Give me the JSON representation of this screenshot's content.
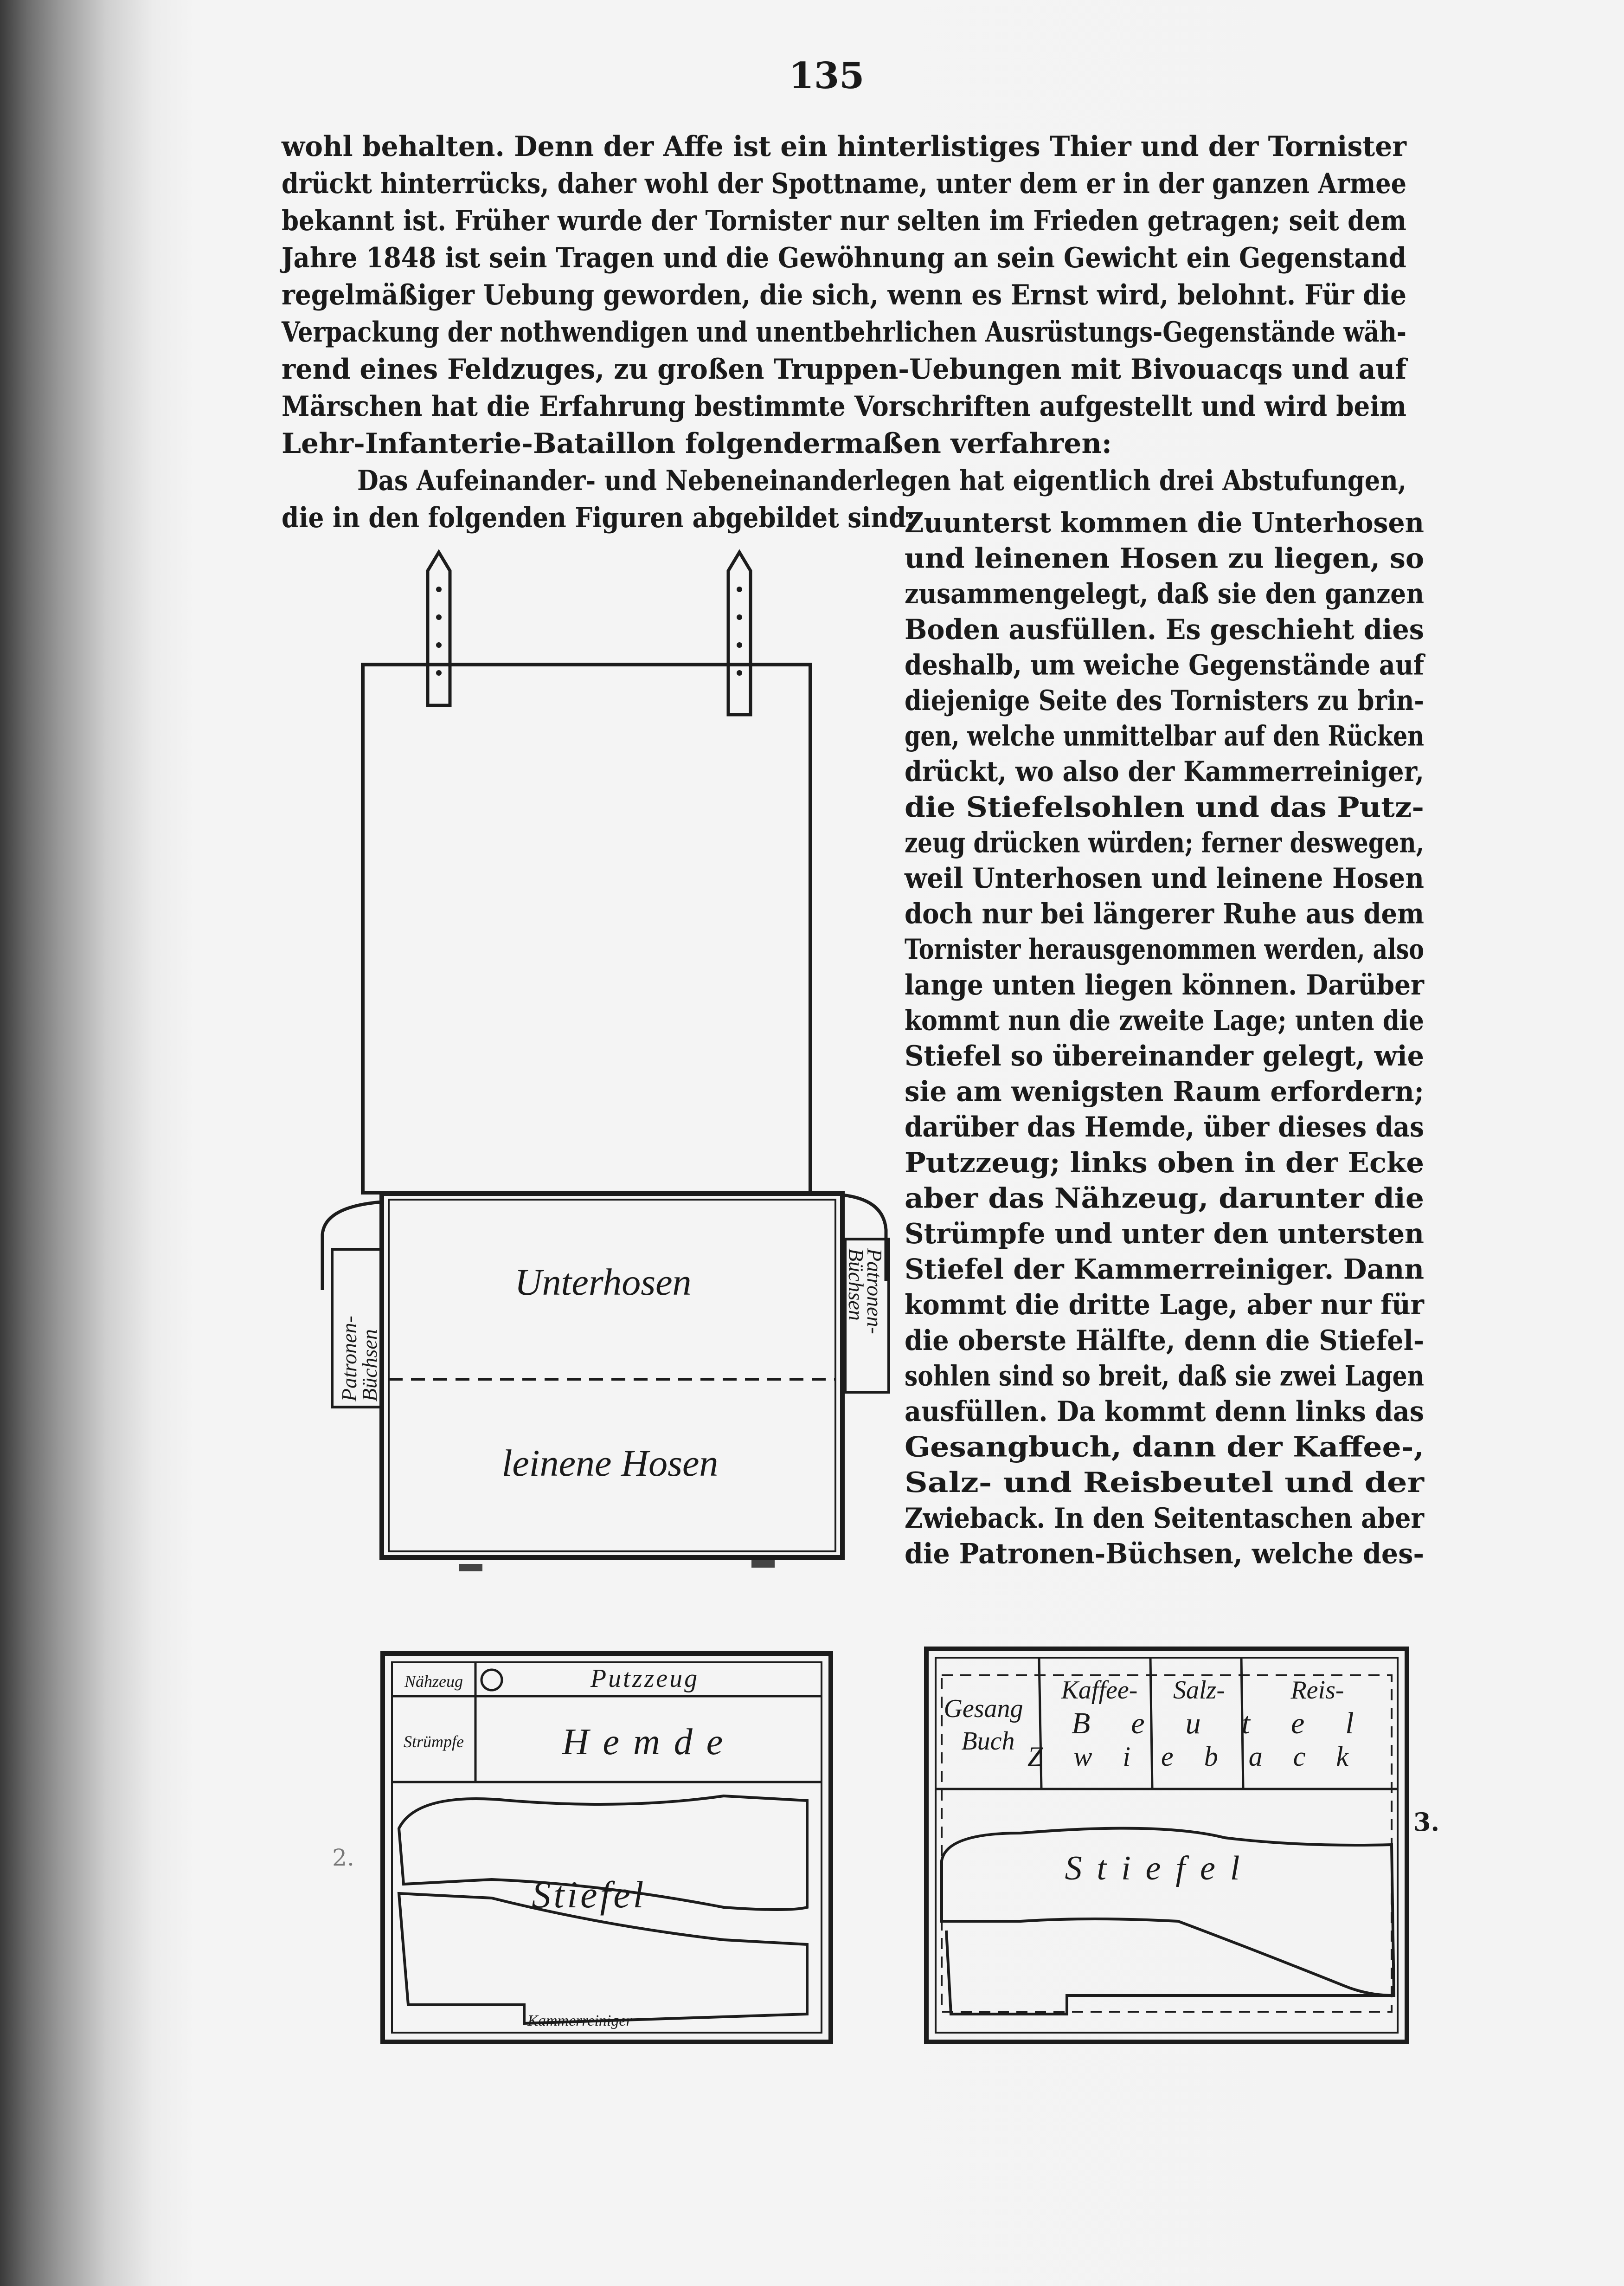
{
  "page_number": "135",
  "body": {
    "lines": [
      "wohl behalten. Denn der Affe ist ein hinterlistiges Thier und der Tornister",
      "drückt hinterrücks, daher wohl der Spottname, unter dem er in der ganzen Armee",
      "bekannt ist. Früher wurde der Tornister nur selten im Frieden getragen; seit dem",
      "Jahre 1848 ist sein Tragen und die Gewöhnung an sein Gewicht ein Gegenstand",
      "regelmäßiger Uebung geworden, die sich, wenn es Ernst wird, belohnt. Für die",
      "Verpackung der nothwendigen und unentbehrlichen Ausrüstungs-Gegenstände wäh-",
      "rend eines Feldzuges, zu großen Truppen-Uebungen mit Bivouacqs und auf",
      "Märschen hat die Erfahrung bestimmte Vorschriften aufgestellt und wird beim",
      "Lehr-Infanterie-Bataillon folgendermaßen verfahren:",
      "Das Aufeinander- und Nebeneinanderlegen hat eigentlich drei Abstufungen,",
      "die in den folgenden Figuren abgebildet sind:"
    ]
  },
  "right_column": {
    "lines": [
      "Zuunterst kommen die Unterhosen",
      "und leinenen Hosen zu liegen, so",
      "zusammengelegt, daß sie den ganzen",
      "Boden ausfüllen. Es geschieht dies",
      "deshalb, um weiche Gegenstände auf",
      "diejenige Seite des Tornisters zu brin-",
      "gen, welche unmittelbar auf den Rücken",
      "drückt, wo also der Kammerreiniger,",
      "die Stiefelsohlen und das Putz-",
      "zeug drücken würden; ferner deswegen,",
      "weil Unterhosen und leinene Hosen",
      "doch nur bei längerer Ruhe aus dem",
      "Tornister herausgenommen werden, also",
      "lange unten liegen können. Darüber",
      "kommt nun die zweite Lage; unten die",
      "Stiefel so übereinander gelegt, wie",
      "sie am wenigsten Raum erfordern;",
      "darüber das Hemde, über dieses das",
      "Putzzeug; links oben in der Ecke",
      "aber das Nähzeug, darunter die",
      "Strümpfe und unter den untersten",
      "Stiefel der Kammerreiniger. Dann",
      "kommt die dritte Lage, aber nur für",
      "die oberste Hälfte, denn die Stiefel-",
      "sohlen sind so breit, daß sie zwei Lagen",
      "ausfüllen. Da kommt denn links das",
      "Gesangbuch, dann der Kaffee-,",
      "Salz- und Reisbeutel und der",
      "Zwieback. In den Seitentaschen aber",
      "die Patronen-Büchsen, welche des-"
    ]
  },
  "figure1": {
    "unterhosen": "Unterhosen",
    "leinene_hosen": "leinene Hosen",
    "patronen_left": [
      "Patronen-",
      "Büchsen"
    ],
    "patronen_right": [
      "Patronen-",
      "Büchsen"
    ]
  },
  "figure2": {
    "number": "2.",
    "naehzeug": "Nähzeug",
    "putzzeug": "Putzzeug",
    "struempfe": "Strümpfe",
    "hemde": "Hemde",
    "stiefel": "Stiefel",
    "kammerreiniger": "Kammerreiniger"
  },
  "figure3": {
    "number": "3.",
    "gesang": "Gesang",
    "buch": "Buch",
    "kaffee": "Kaffee-",
    "salz": "Salz-",
    "reis": "Reis-",
    "beutel": "Beutel",
    "zwieback": "Zwieback",
    "stiefel": "Stiefel"
  }
}
